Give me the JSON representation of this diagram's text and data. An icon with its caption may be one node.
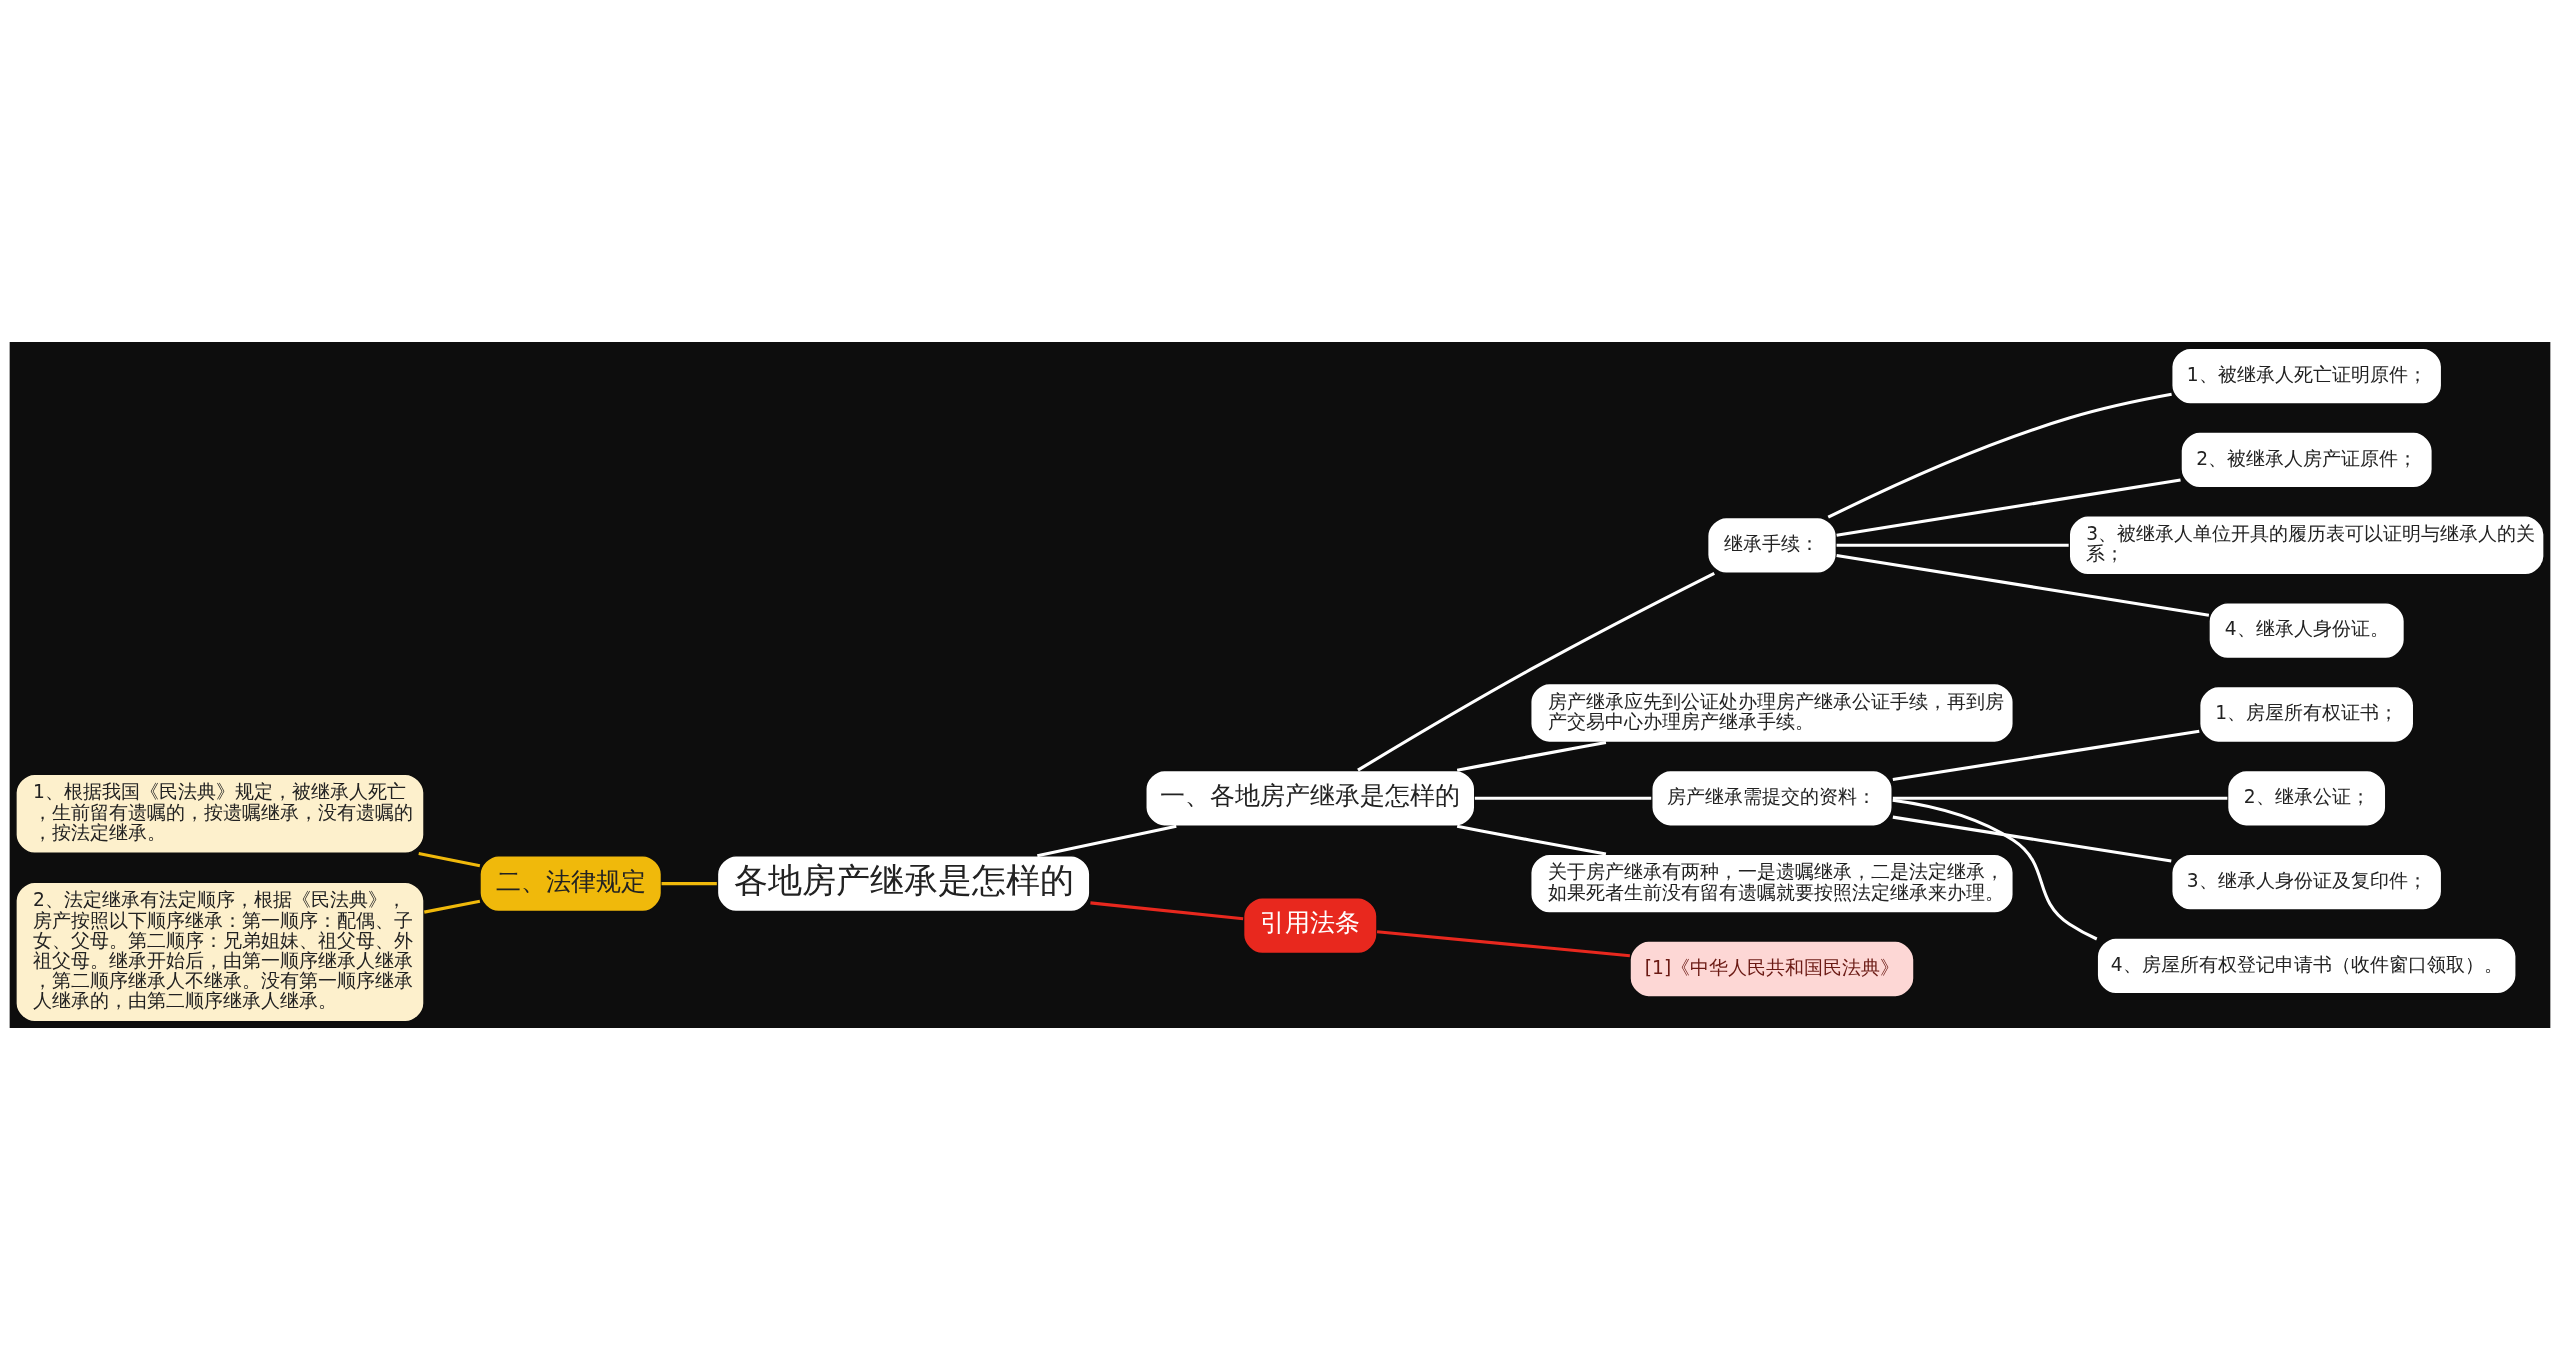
{
  "diagram": {
    "nodes": [
      {
        "text": [
          "各地房产继承是怎样的"
        ]
      },
      {
        "text": [
          "一、各地房产继承是怎样的"
        ]
      },
      {
        "text": [
          "继承手续："
        ]
      },
      {
        "text": [
          "1、被继承人死亡证明原件；"
        ]
      },
      {
        "text": [
          "2、被继承人房产证原件；"
        ]
      },
      {
        "text": [
          "3、被继承人单位开具的履历表可以证明与继承人的关系；"
        ]
      },
      {
        "text": [
          "4、继承人身份证。"
        ]
      },
      {
        "text": [
          "房产继承应先到公证处办理房产继承公证手续，再到房产交易中心办理房产继承手续。"
        ]
      },
      {
        "text": [
          "房产继承需提交的资料："
        ]
      },
      {
        "text": [
          "1、房屋所有权证书；"
        ]
      },
      {
        "text": [
          "2、继承公证；"
        ]
      },
      {
        "text": [
          "3、继承人身份证及复印件；"
        ]
      },
      {
        "text": [
          "4、房屋所有权登记申请书（收件窗口领取）。"
        ]
      },
      {
        "text": [
          "关于房产继承有两种，一是遗嘱继承，二是法定继承，如果死者生前没有留有遗嘱就要按照法定继承来办理。"
        ]
      },
      {
        "text": [
          "二、法律规定"
        ]
      },
      {
        "text": [
          "1、根据我国《民法典》规定，被继承人死亡，生前留有遗嘱的，按遗嘱继承，没有遗嘱的，按法定继承。"
        ]
      },
      {
        "text": [
          "2、法定继承有法定顺序，根据《民法典》，房产按照以下顺序继承：第一顺序：配偶、子女、父母。第二顺序：兄弟姐妹、祖父母、外祖父母。继承开始后，由第一顺序继承人继承，第二顺序继承人不继承。没有第一顺序继承人继承的，由第二顺序继承人继承。"
        ]
      },
      {
        "text": [
          "引用法条"
        ]
      },
      {
        "text": [
          "[1]《中华人民共和国民法典》"
        ]
      }
    ],
    "edges": [
      {
        "from": 0,
        "to": 1,
        "arrow": "none"
      },
      {
        "from": 1,
        "to": 2,
        "arrow": "none"
      },
      {
        "from": 2,
        "to": 3,
        "arrow": "none"
      },
      {
        "from": 2,
        "to": 4,
        "arrow": "none"
      },
      {
        "from": 2,
        "to": 5,
        "arrow": "none"
      },
      {
        "from": 2,
        "to": 6,
        "arrow": "none"
      },
      {
        "from": 1,
        "to": 7,
        "arrow": "none"
      },
      {
        "from": 1,
        "to": 8,
        "arrow": "none"
      },
      {
        "from": 8,
        "to": 9,
        "arrow": "none"
      },
      {
        "from": 8,
        "to": 10,
        "arrow": "none"
      },
      {
        "from": 8,
        "to": 11,
        "arrow": "none"
      },
      {
        "from": 8,
        "to": 12,
        "arrow": "none"
      },
      {
        "from": 1,
        "to": 13,
        "arrow": "none"
      },
      {
        "from": 0,
        "to": 14,
        "arrow": "none",
        "color": "#f0b90b"
      },
      {
        "from": 14,
        "to": 15,
        "arrow": "none",
        "color": "#f0b90b"
      },
      {
        "from": 14,
        "to": 16,
        "arrow": "none",
        "color": "#f0b90b"
      },
      {
        "from": 0,
        "to": 17,
        "arrow": "none",
        "color": "#e8281e"
      },
      {
        "from": 17,
        "to": 18,
        "arrow": "none",
        "color": "#e8281e"
      }
    ]
  }
}
